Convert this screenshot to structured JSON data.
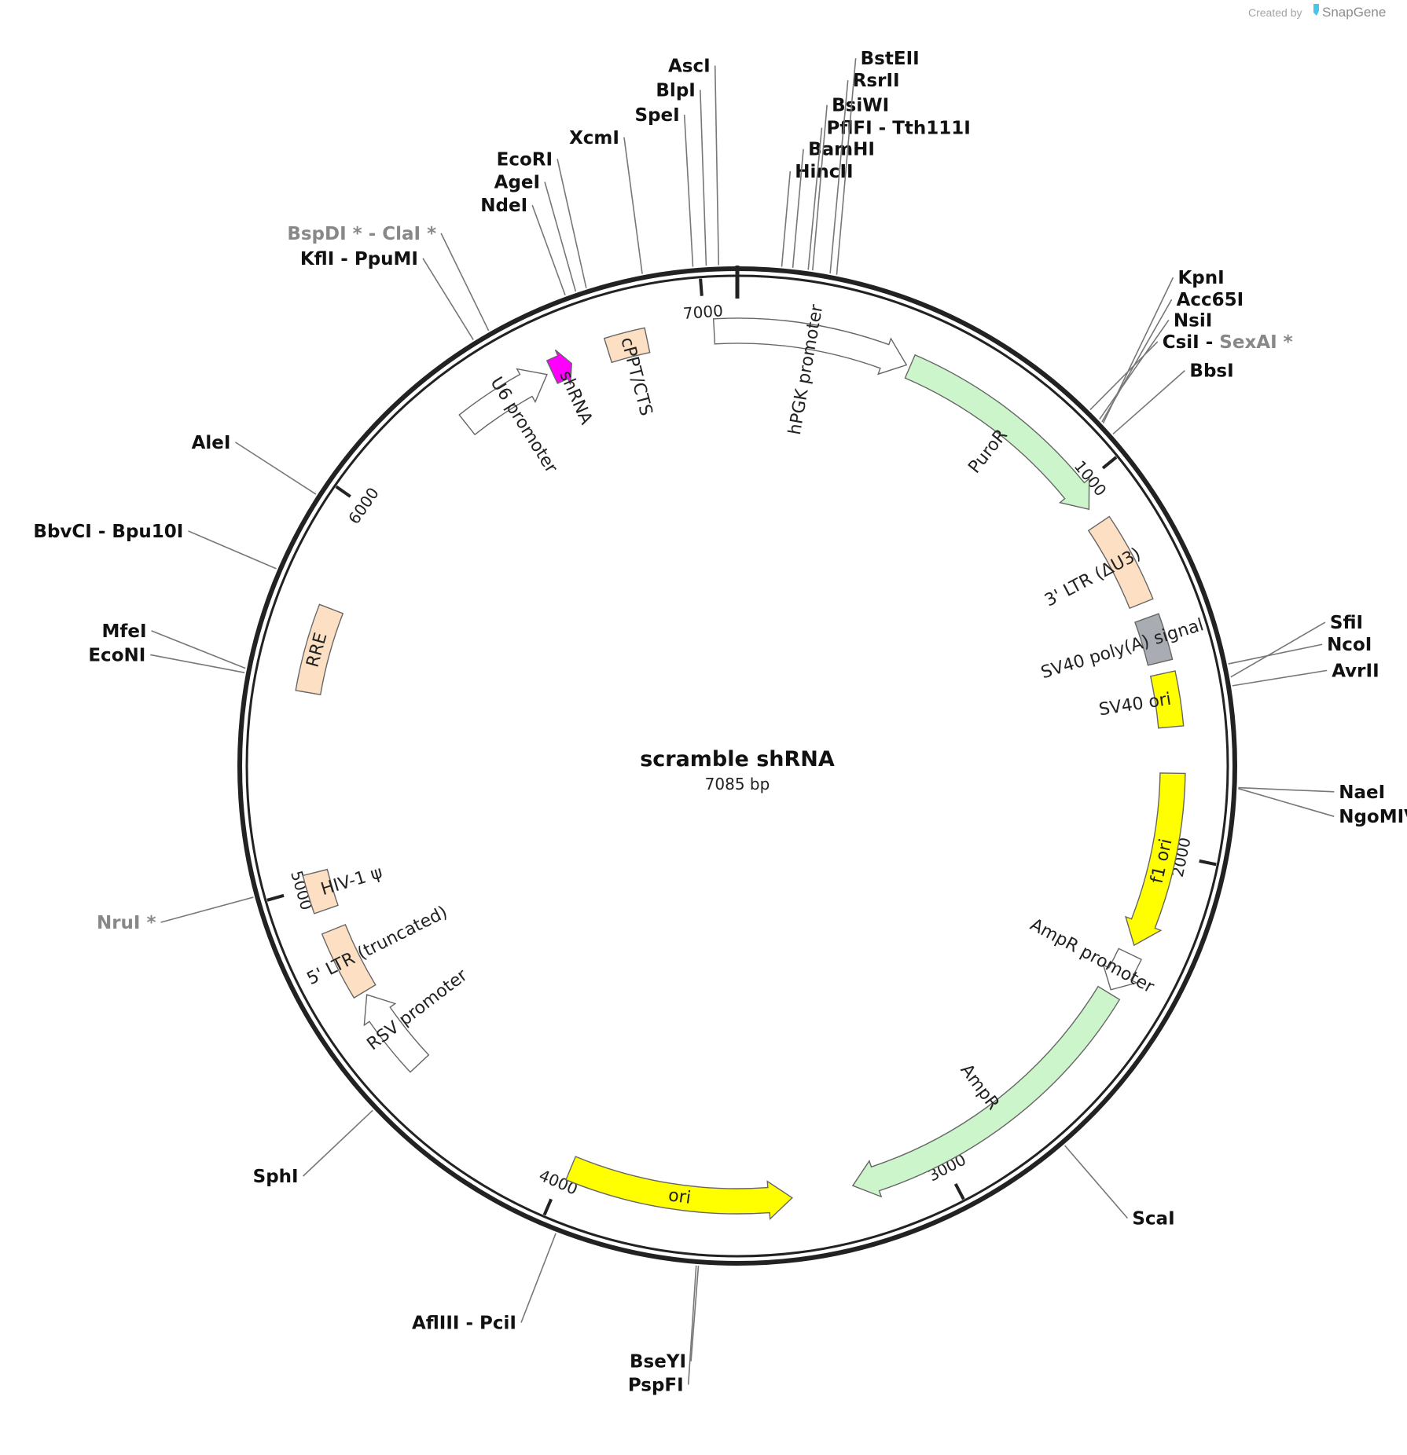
{
  "credit": {
    "prefix": "Created by",
    "brand": "SnapGene"
  },
  "plasmid": {
    "name": "scramble shRNA",
    "length_label": "7085 bp",
    "length": 7085
  },
  "ticks": [
    {
      "pos": 1000,
      "label": "1000"
    },
    {
      "pos": 2000,
      "label": "2000"
    },
    {
      "pos": 3000,
      "label": "3000"
    },
    {
      "pos": 4000,
      "label": "4000"
    },
    {
      "pos": 5000,
      "label": "5000"
    },
    {
      "pos": 6000,
      "label": "6000"
    },
    {
      "pos": 7000,
      "label": "7000"
    }
  ],
  "features": [
    {
      "name": "hPGK promoter",
      "start": 7025,
      "end": 450,
      "direction": "forward",
      "color": "#ffffff",
      "shape": "arrow",
      "label_side": "inside"
    },
    {
      "name": "PuroR",
      "start": 460,
      "end": 1060,
      "direction": "forward",
      "color": "#ccf5cc",
      "shape": "arrow",
      "label_side": "inside"
    },
    {
      "name": "3' LTR (ΔU3)",
      "start": 1105,
      "end": 1340,
      "direction": "none",
      "color": "#fde0c4",
      "shape": "box",
      "label_side": "inside"
    },
    {
      "name": "SV40 poly(A) signal",
      "start": 1380,
      "end": 1500,
      "direction": "none",
      "color": "#a9adb3",
      "shape": "box",
      "label_side": "inside"
    },
    {
      "name": "SV40 ori",
      "start": 1530,
      "end": 1670,
      "direction": "none",
      "color": "#ffff00",
      "shape": "box",
      "label_side": "inside"
    },
    {
      "name": "f1 ori",
      "start": 1790,
      "end": 2250,
      "direction": "forward",
      "color": "#ffff00",
      "shape": "arrow",
      "label_side": "on"
    },
    {
      "name": "AmpR promoter",
      "start": 2275,
      "end": 2380,
      "direction": "forward",
      "color": "#ffffff",
      "shape": "arrow",
      "label_side": "inside"
    },
    {
      "name": "AmpR",
      "start": 2390,
      "end": 3240,
      "direction": "forward",
      "color": "#ccf5cc",
      "shape": "arrow",
      "label_side": "inside"
    },
    {
      "name": "ori",
      "start": 3400,
      "end": 3985,
      "direction": "reverse",
      "color": "#ffff00",
      "shape": "arrow",
      "label_side": "on"
    },
    {
      "name": "RSV promoter",
      "start": 4465,
      "end": 4690,
      "direction": "forward",
      "color": "#ffffff",
      "shape": "arrow",
      "label_side": "inside"
    },
    {
      "name": "5' LTR (truncated)",
      "start": 4700,
      "end": 4880,
      "direction": "none",
      "color": "#fde0c4",
      "shape": "box",
      "label_side": "inside"
    },
    {
      "name": "HIV-1 ψ",
      "start": 4935,
      "end": 5035,
      "direction": "none",
      "color": "#fde0c4",
      "shape": "box",
      "label_side": "inside"
    },
    {
      "name": "RRE",
      "start": 5505,
      "end": 5730,
      "direction": "none",
      "color": "#fde0c4",
      "shape": "box",
      "label_side": "on"
    },
    {
      "name": "U6 promoter",
      "start": 6330,
      "end": 6575,
      "direction": "forward",
      "color": "#ffffff",
      "shape": "arrow",
      "label_side": "inside"
    },
    {
      "name": "shRNA",
      "start": 6590,
      "end": 6645,
      "direction": "forward",
      "color": "#ff00ff",
      "shape": "arrow",
      "label_side": "inside"
    },
    {
      "name": "cPPT/CTS",
      "start": 6745,
      "end": 6850,
      "direction": "none",
      "color": "#fde0c4",
      "shape": "box",
      "label_side": "inside"
    }
  ],
  "sites": [
    {
      "label": "AscI",
      "pos": 7043,
      "muted": false
    },
    {
      "label": "BlpI",
      "pos": 7015,
      "muted": false
    },
    {
      "label": "SpeI",
      "pos": 6985,
      "muted": false
    },
    {
      "label": "XcmI",
      "pos": 6870,
      "muted": false
    },
    {
      "label": "EcoRI",
      "pos": 6740,
      "muted": false
    },
    {
      "label": "AgeI",
      "pos": 6715,
      "muted": false
    },
    {
      "label": "NdeI",
      "pos": 6690,
      "muted": false
    },
    {
      "label": "BspDI *",
      "label2": "ClaI *",
      "pos": 6500,
      "muted": true
    },
    {
      "label": "KflI",
      "label2": "PpuMI",
      "pos": 6460,
      "muted": false
    },
    {
      "label": "AleI",
      "pos": 5960,
      "muted": false
    },
    {
      "label": "BbvCI",
      "label2": "Bpu10I",
      "pos": 5770,
      "muted": false
    },
    {
      "label": "MfeI",
      "pos": 5535,
      "muted": false
    },
    {
      "label": "EcoNI",
      "pos": 5525,
      "muted": false
    },
    {
      "label": "NruI *",
      "pos": 5015,
      "muted": true
    },
    {
      "label": "SphI",
      "pos": 4460,
      "muted": false
    },
    {
      "label": "AflIII",
      "label2": "PciI",
      "pos": 3960,
      "muted": false
    },
    {
      "label": "PspFI",
      "pos": 3635,
      "muted": false
    },
    {
      "label": "BseYI",
      "pos": 3630,
      "muted": false
    },
    {
      "label": "ScaI",
      "pos": 2740,
      "muted": false
    },
    {
      "label": "NgoMIV",
      "pos": 1822,
      "muted": false
    },
    {
      "label": "NaeI",
      "pos": 1820,
      "muted": false
    },
    {
      "label": "NcoI",
      "pos": 1540,
      "muted": false
    },
    {
      "label": "SfiI",
      "pos": 1570,
      "muted": false
    },
    {
      "label": "AvrII",
      "pos": 1590,
      "muted": false
    },
    {
      "label": "CsiI",
      "label2": "SexAI *",
      "label2_muted": true,
      "pos": 880,
      "muted": false
    },
    {
      "label": "NsiI",
      "pos": 910,
      "muted": false
    },
    {
      "label": "Acc65I",
      "pos": 918,
      "muted": false
    },
    {
      "label": "KpnI",
      "pos": 922,
      "muted": false
    },
    {
      "label": "BbsI",
      "pos": 955,
      "muted": false
    },
    {
      "label": "HincII",
      "pos": 100,
      "muted": false
    },
    {
      "label": "BamHI",
      "pos": 125,
      "muted": false
    },
    {
      "label": "PflFI",
      "label2": "Tth111I",
      "pos": 160,
      "muted": false
    },
    {
      "label": "BsiWI",
      "pos": 170,
      "muted": false
    },
    {
      "label": "RsrII",
      "pos": 210,
      "muted": false
    },
    {
      "label": "BstEII",
      "pos": 225,
      "muted": false
    }
  ]
}
